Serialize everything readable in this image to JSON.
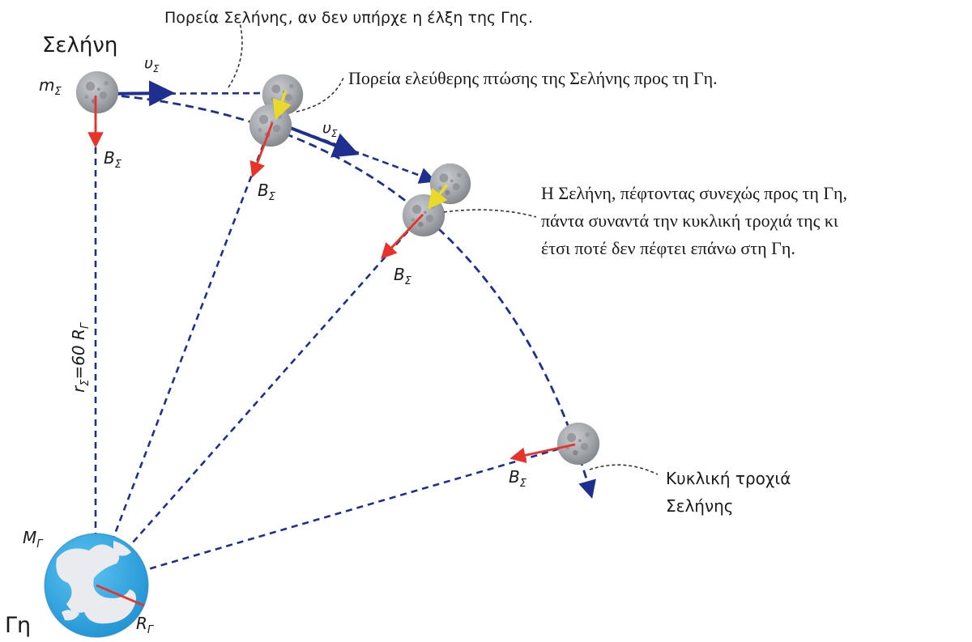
{
  "labels": {
    "moon": "Σελήνη",
    "earth": "Γη",
    "moon_mass": "m",
    "earth_mass": "M",
    "earth_radius": "R",
    "velocity": "υ",
    "force": "B",
    "sub_moon": "Σ",
    "sub_earth": "Γ",
    "distance_eq": "=60 R",
    "distance_r": "r"
  },
  "annotations": {
    "no_gravity_path": "Πορεία Σελήνης, αν δεν υπήρχε η έλξη της Γης.",
    "free_fall_path": "Πορεία ελεύθερης πτώσης της Σελήνης προς τη Γη.",
    "explanation_line1": "Η Σελήνη, πέφτοντας συνεχώς προς τη Γη,",
    "explanation_line2": "πάντα συναντά την κυκλική τροχιά της κι",
    "explanation_line3": "έτσι ποτέ δεν πέφτει επάνω στη Γη.",
    "orbit_line1": "Κυκλική τροχιά",
    "orbit_line2": "Σελήνης"
  },
  "colors": {
    "dashed_navy": "#1f2f8f",
    "force_red": "#e8332a",
    "fall_yellow": "#e8d92a",
    "ocean_blue": "#2aa3df",
    "cloud": "#e9ebee",
    "moon_gray": "#9ea1a6"
  }
}
